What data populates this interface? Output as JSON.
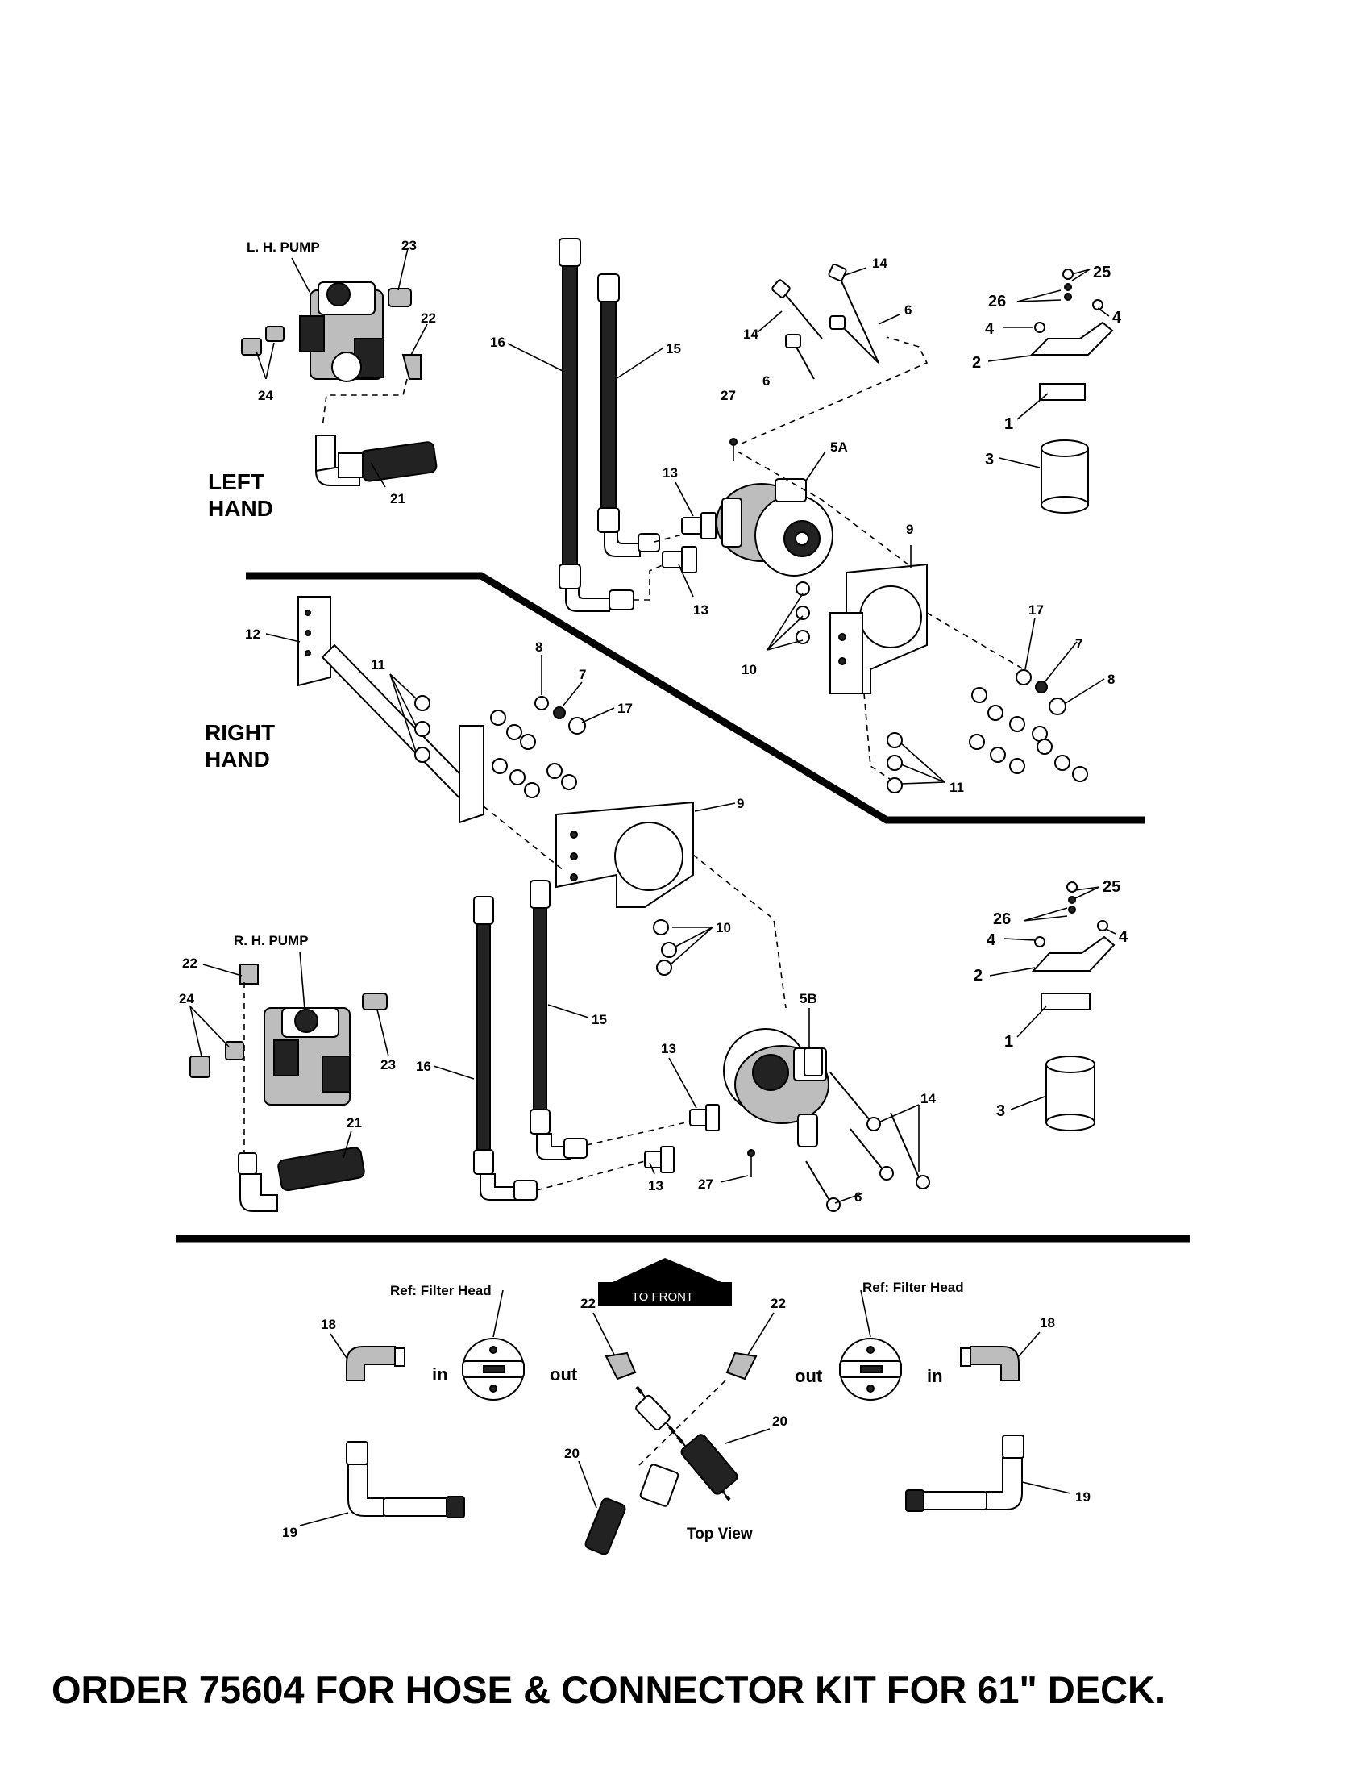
{
  "labels": {
    "lh_pump": "L. H. PUMP",
    "rh_pump": "R. H. PUMP",
    "left_hand_1": "LEFT",
    "left_hand_2": "HAND",
    "right_hand_1": "RIGHT",
    "right_hand_2": "HAND",
    "ref_filter_head_left": "Ref: Filter Head",
    "ref_filter_head_right": "Ref: Filter Head",
    "in": "in",
    "out": "out",
    "to_front": "TO FRONT",
    "top_view": "Top View"
  },
  "callouts": {
    "n1": "1",
    "n2": "2",
    "n3": "3",
    "n4": "4",
    "n5a": "5A",
    "n5b": "5B",
    "n6": "6",
    "n7": "7",
    "n8": "8",
    "n9": "9",
    "n10": "10",
    "n11": "11",
    "n12": "12",
    "n13": "13",
    "n14": "14",
    "n15": "15",
    "n16": "16",
    "n17": "17",
    "n18": "18",
    "n19": "19",
    "n20": "20",
    "n21": "21",
    "n22": "22",
    "n23": "23",
    "n24": "24",
    "n25": "25",
    "n26": "26",
    "n27": "27"
  },
  "footer": "ORDER 75604 FOR HOSE & CONNECTOR KIT FOR 61\" DECK."
}
